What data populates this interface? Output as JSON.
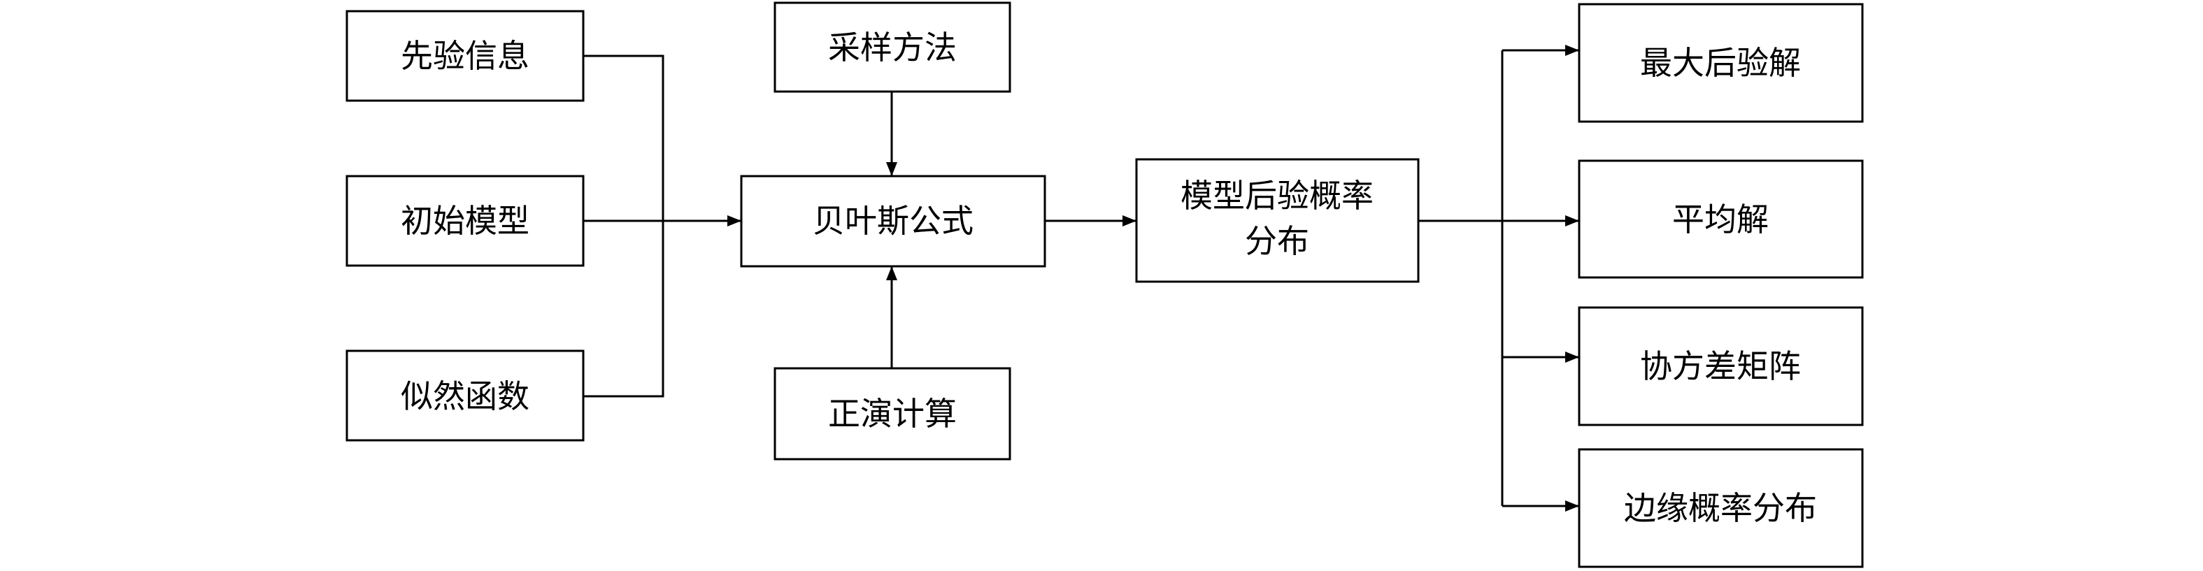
{
  "nodes": {
    "prior_info": "先验信息",
    "initial_model": "初始模型",
    "likelihood_function": "似然函数",
    "sampling_method": "采样方法",
    "bayes_formula": "贝叶斯公式",
    "forward_computation": "正演计算",
    "posterior_distribution_line1": "模型后验概率",
    "posterior_distribution_line2": "分布",
    "map_solution": "最大后验解",
    "mean_solution": "平均解",
    "covariance_matrix": "协方差矩阵",
    "marginal_distribution": "边缘概率分布"
  },
  "edges": [
    {
      "from": "prior_info",
      "to": "bayes_formula"
    },
    {
      "from": "initial_model",
      "to": "bayes_formula"
    },
    {
      "from": "likelihood_function",
      "to": "bayes_formula"
    },
    {
      "from": "sampling_method",
      "to": "bayes_formula"
    },
    {
      "from": "forward_computation",
      "to": "bayes_formula"
    },
    {
      "from": "bayes_formula",
      "to": "posterior_distribution"
    },
    {
      "from": "posterior_distribution",
      "to": "map_solution"
    },
    {
      "from": "posterior_distribution",
      "to": "mean_solution"
    },
    {
      "from": "posterior_distribution",
      "to": "covariance_matrix"
    },
    {
      "from": "posterior_distribution",
      "to": "marginal_distribution"
    }
  ]
}
